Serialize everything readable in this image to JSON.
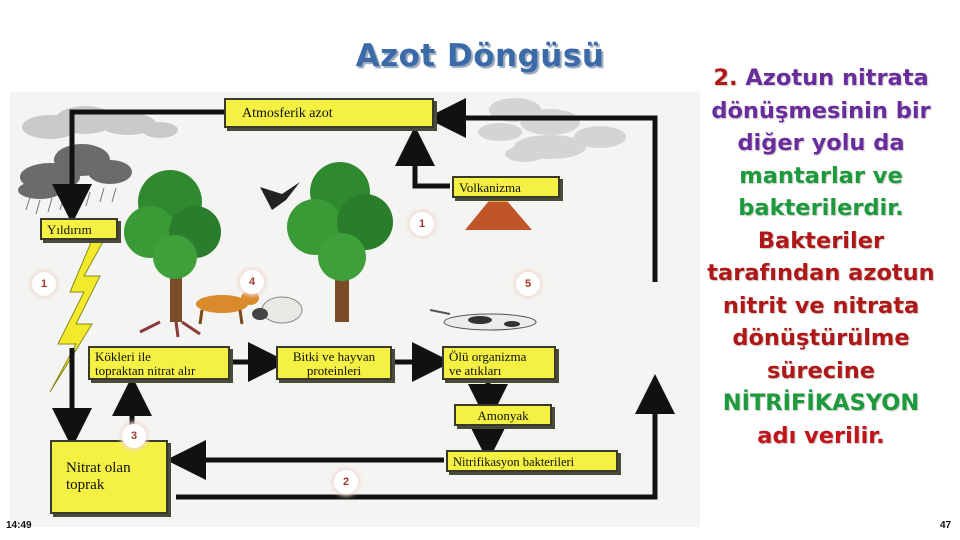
{
  "title": "Azot Döngüsü",
  "diagram": {
    "atmosferik_azot": "Atmosferik azot",
    "volkanizma": "Volkanizma",
    "yildirim": "Yıldırım",
    "kokleri_line1": "Kökleri ile",
    "kokleri_line2": "topraktan nitrat alır",
    "bitki_line1": "Bitki ve hayvan",
    "bitki_line2": "proteinleri",
    "olu_line1": "Ölü organizma",
    "olu_line2": "ve atıkları",
    "amonyak": "Amonyak",
    "nitrifikasyon": "Nitrifikasyon bakterileri",
    "nitrat_line1": "Nitrat olan",
    "nitrat_line2": "toprak",
    "badges": [
      "1",
      "1",
      "4",
      "5",
      "3",
      "2"
    ]
  },
  "text_block": {
    "num": "2.",
    "l1": " Azotun nitrata",
    "l2": "dönüşmesinin bir",
    "l3": "diğer yolu da",
    "l4": "mantarlar ve",
    "l5": "bakterilerdir.",
    "l6": "Bakteriler",
    "l7": "tarafından azotun",
    "l8": "nitrit ve nitrata",
    "l9": "dönüştürülme",
    "l10": "sürecine",
    "l11": "NİTRİFİKASYON",
    "l12": "adı verilir."
  },
  "footer": {
    "time": "14:49",
    "page": "47"
  },
  "colors": {
    "title": "#3b6aa8",
    "purple": "#6a2c9c",
    "red": "#b01818",
    "green": "#1d9a3c",
    "box": "#f4f044"
  }
}
